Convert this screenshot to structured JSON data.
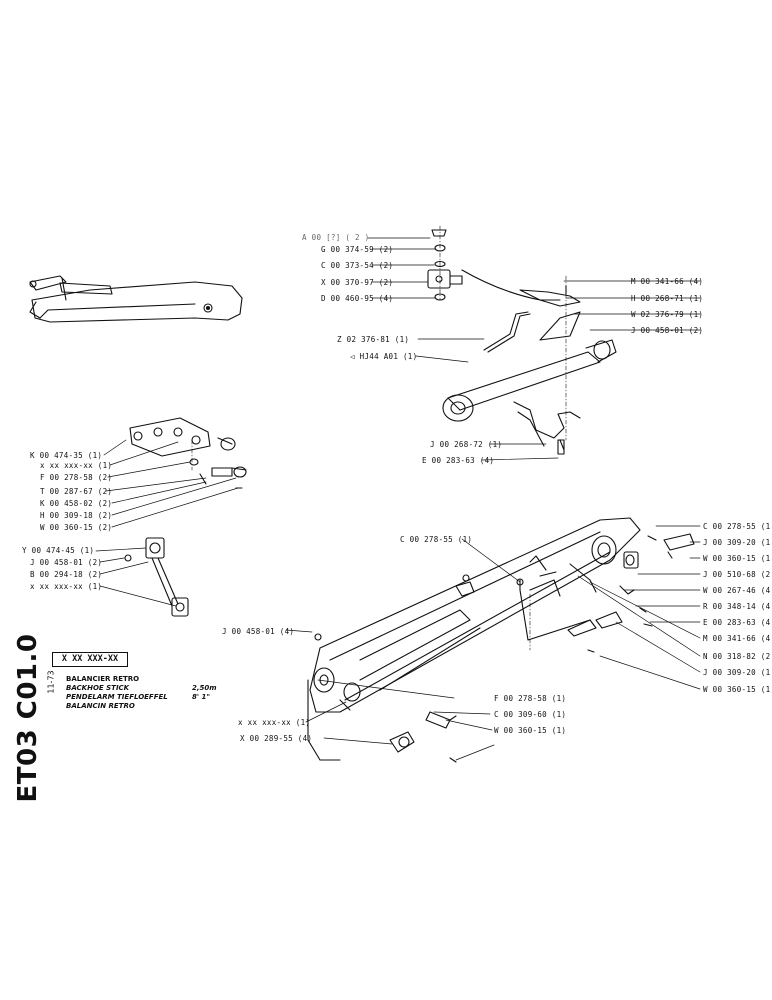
{
  "title_block": {
    "code": "ET03 C01.0",
    "date": "11-73",
    "part_number": "X XX XXX-XX",
    "lines": [
      {
        "text": "BALANCIER RETRO",
        "extra": ""
      },
      {
        "text": "BACKHOE STICK",
        "extra": "2,50m"
      },
      {
        "text": "PENDELARM TIEFLOEFFEL",
        "extra": "8' 1\""
      },
      {
        "text": "BALANCIN RETRO",
        "extra": ""
      }
    ]
  },
  "labels": {
    "cylinder": [
      {
        "text": "A 00 [?] ( 2 )",
        "dim": true
      },
      {
        "text": "G 00 374-59  (2)"
      },
      {
        "text": "C 00 373-54  (2)"
      },
      {
        "text": "X 00 370-97  (2)"
      },
      {
        "text": "D 00 460-95  (4)"
      },
      {
        "text": "M 00 341-66  (4)"
      },
      {
        "text": "H 00 268-71  (1)"
      },
      {
        "text": "W 02 376-79  (1)"
      },
      {
        "text": "J 00 458-01  (2)"
      },
      {
        "text": "Z 02 376-81  (1)"
      },
      {
        "text": "HJ44  A01 (1)"
      },
      {
        "text": "J 00 268-72  (1)"
      },
      {
        "text": "E 00 283-63  (4)"
      }
    ],
    "upper_link": [
      {
        "text": "K 00 474-35  (1)"
      },
      {
        "text": "x xx xxx-xx  (1)"
      },
      {
        "text": "F 00 278-58  (2)"
      },
      {
        "text": "T 00 287-67  (2)"
      },
      {
        "text": "K 00 458-02  (2)"
      },
      {
        "text": "H 00 309-18  (2)"
      },
      {
        "text": "W 00 360-15  (2)"
      }
    ],
    "lower_link": [
      {
        "text": "Y 00 474-45  (1)"
      },
      {
        "text": "J 00 458-01  (2)"
      },
      {
        "text": "B 00 294-18  (2)"
      },
      {
        "text": "x xx xxx-xx  (1)"
      }
    ],
    "stick": [
      {
        "text": "C 00 278-55  (1)"
      },
      {
        "text": "J 00 458-01  (4)"
      },
      {
        "text": "F 00 278-58  (1)"
      },
      {
        "text": "C 00 309-60  (1)"
      },
      {
        "text": "W 00 360-15  (1)"
      },
      {
        "text": "x xx xxx-xx  (1)"
      },
      {
        "text": "X 00 289-55  (4)"
      }
    ],
    "right": [
      {
        "text": "C 00 278-55  (1"
      },
      {
        "text": "J 00 309-20  (1"
      },
      {
        "text": "W 00 360-15  (1"
      },
      {
        "text": "J 00 510-68  (2"
      },
      {
        "text": "W 00 267-46  (4"
      },
      {
        "text": "R 00 348-14  (4"
      },
      {
        "text": "E 00 283-63  (4"
      },
      {
        "text": "M 00 341-66  (4"
      },
      {
        "text": "N 00 318-82  (2"
      },
      {
        "text": "J 00 309-20  (1"
      },
      {
        "text": "W 00 360-15  (1"
      }
    ]
  }
}
